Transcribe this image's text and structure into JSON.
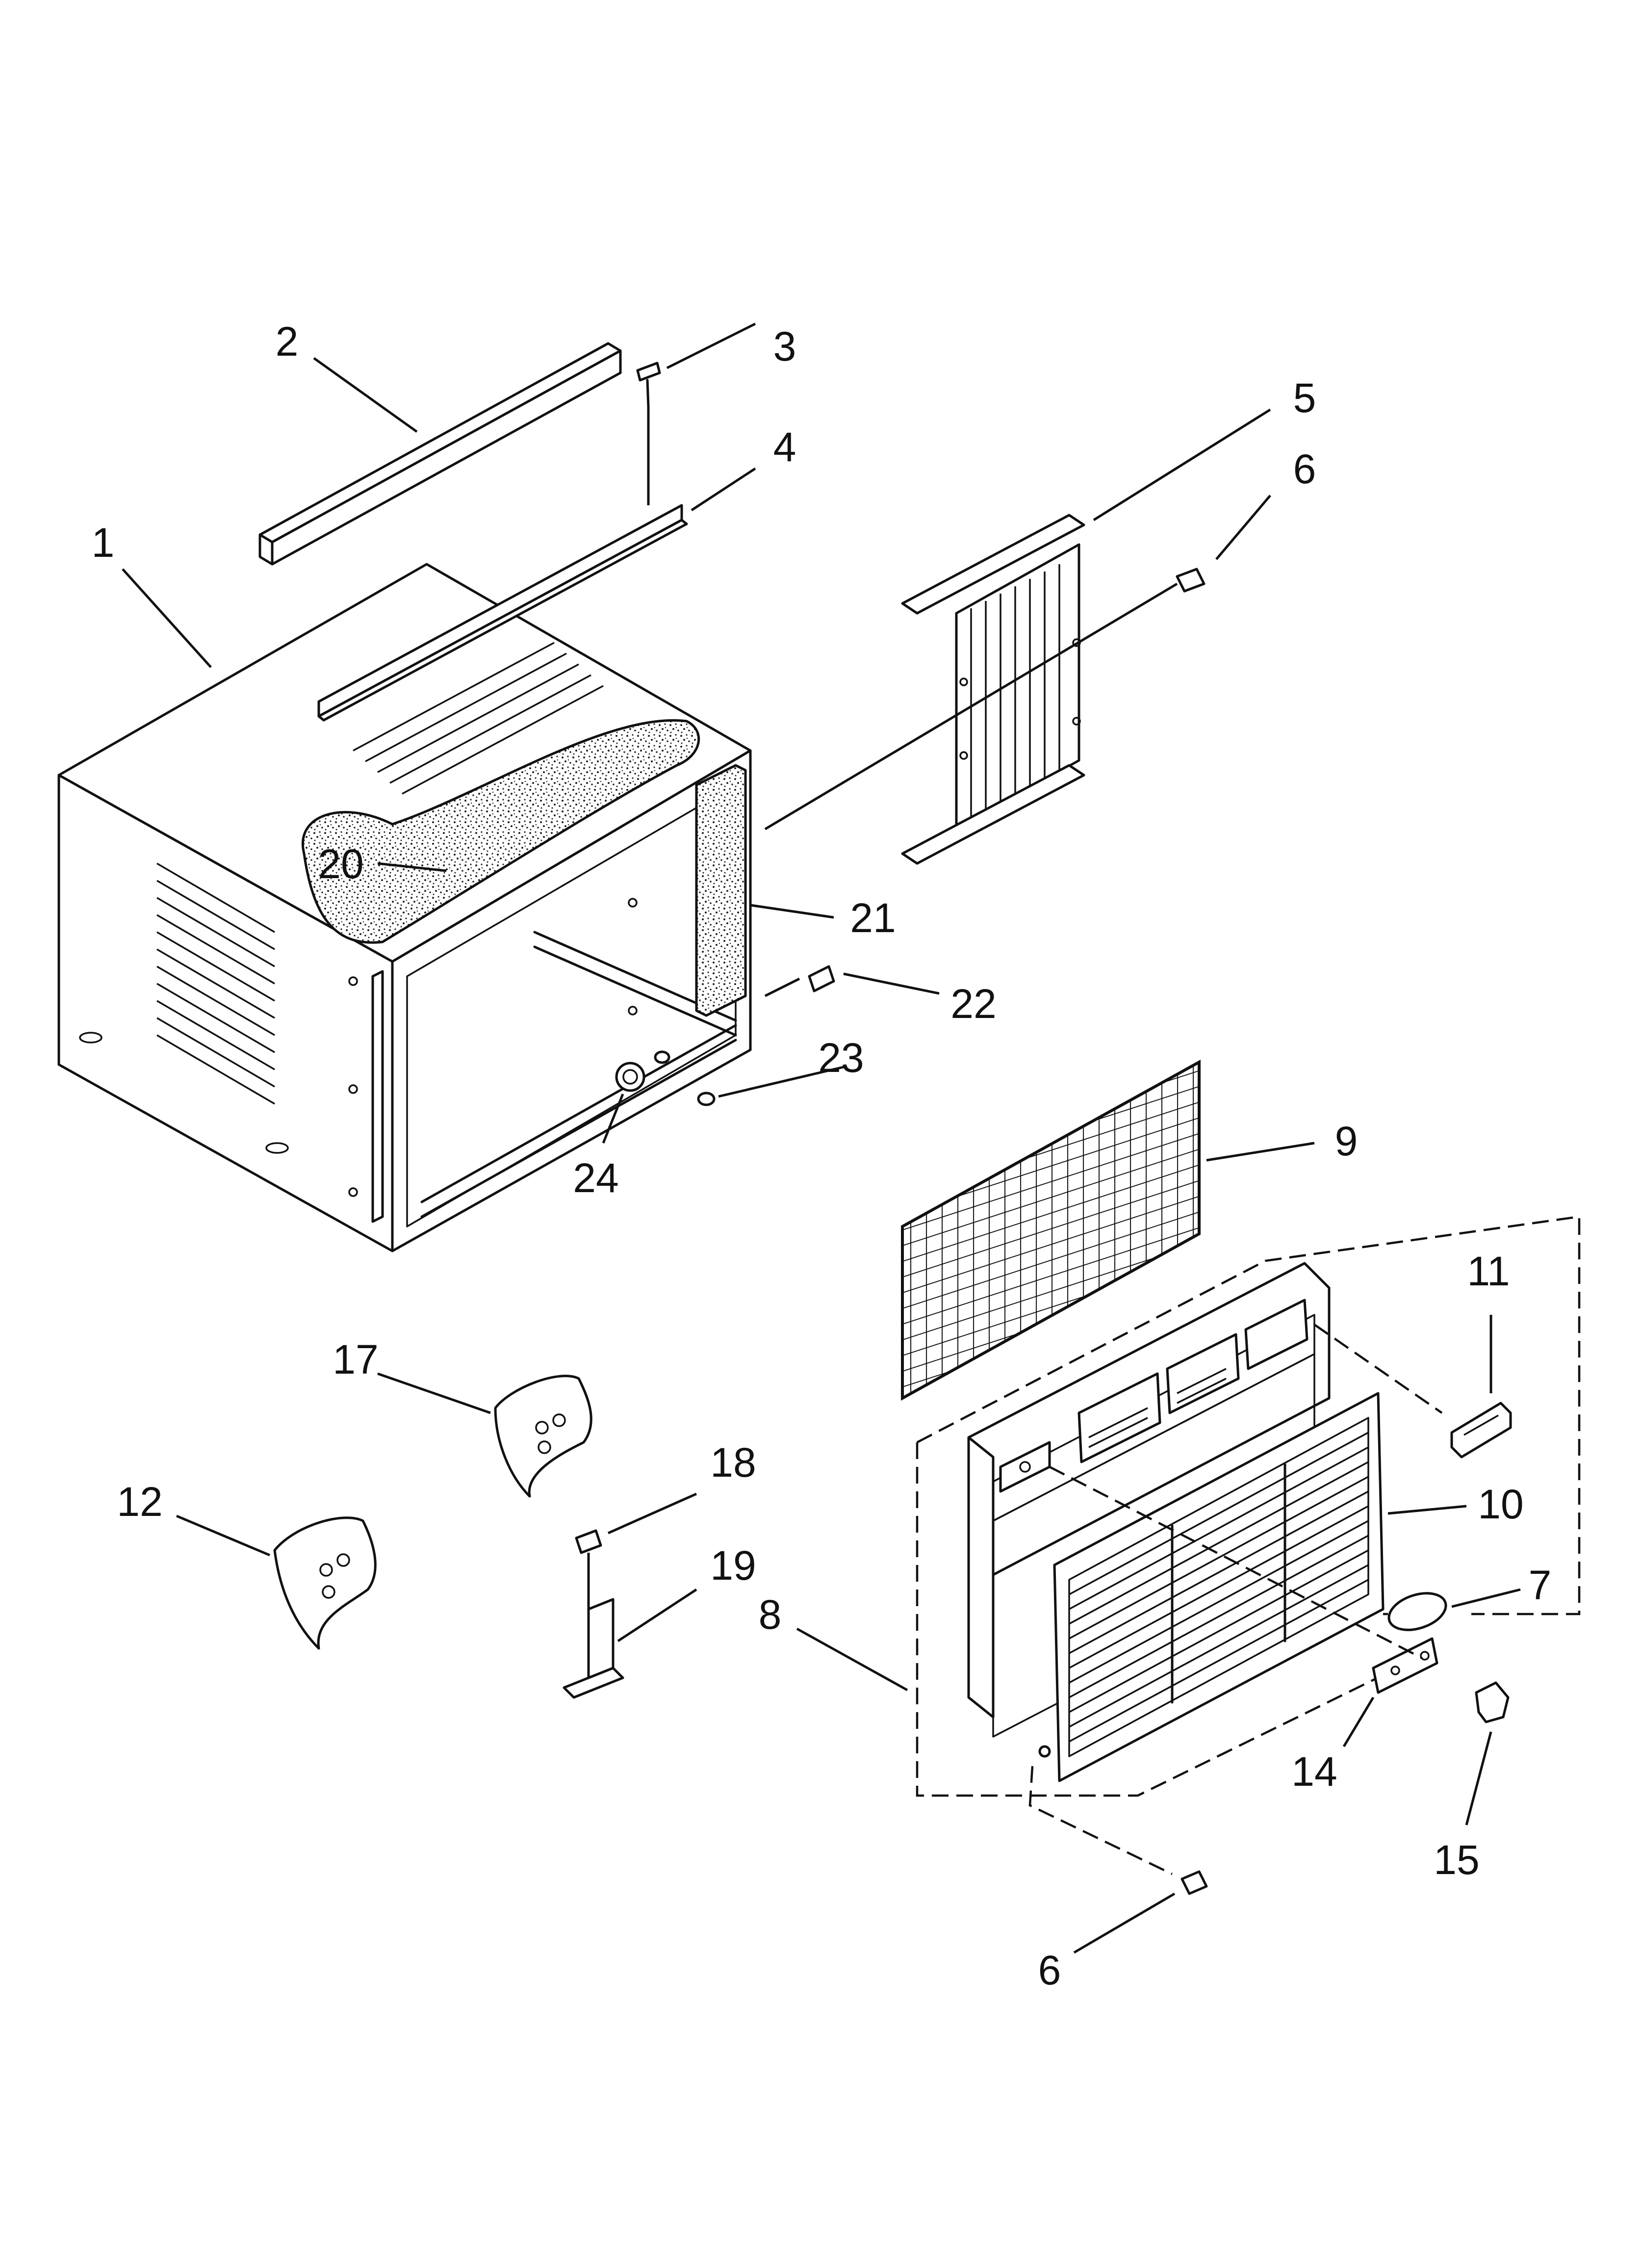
{
  "diagram": {
    "type": "exploded-parts-view",
    "callouts": [
      {
        "id": "c1",
        "label": "1"
      },
      {
        "id": "c2",
        "label": "2"
      },
      {
        "id": "c3",
        "label": "3"
      },
      {
        "id": "c4",
        "label": "4"
      },
      {
        "id": "c5",
        "label": "5"
      },
      {
        "id": "c6a",
        "label": "6"
      },
      {
        "id": "c6b",
        "label": "6"
      },
      {
        "id": "c7",
        "label": "7"
      },
      {
        "id": "c8",
        "label": "8"
      },
      {
        "id": "c9",
        "label": "9"
      },
      {
        "id": "c10",
        "label": "10"
      },
      {
        "id": "c11",
        "label": "11"
      },
      {
        "id": "c12",
        "label": "12"
      },
      {
        "id": "c14",
        "label": "14"
      },
      {
        "id": "c15",
        "label": "15"
      },
      {
        "id": "c17",
        "label": "17"
      },
      {
        "id": "c18",
        "label": "18"
      },
      {
        "id": "c19",
        "label": "19"
      },
      {
        "id": "c20",
        "label": "20"
      },
      {
        "id": "c21",
        "label": "21"
      },
      {
        "id": "c22",
        "label": "22"
      },
      {
        "id": "c23",
        "label": "23"
      },
      {
        "id": "c24",
        "label": "24"
      }
    ]
  }
}
